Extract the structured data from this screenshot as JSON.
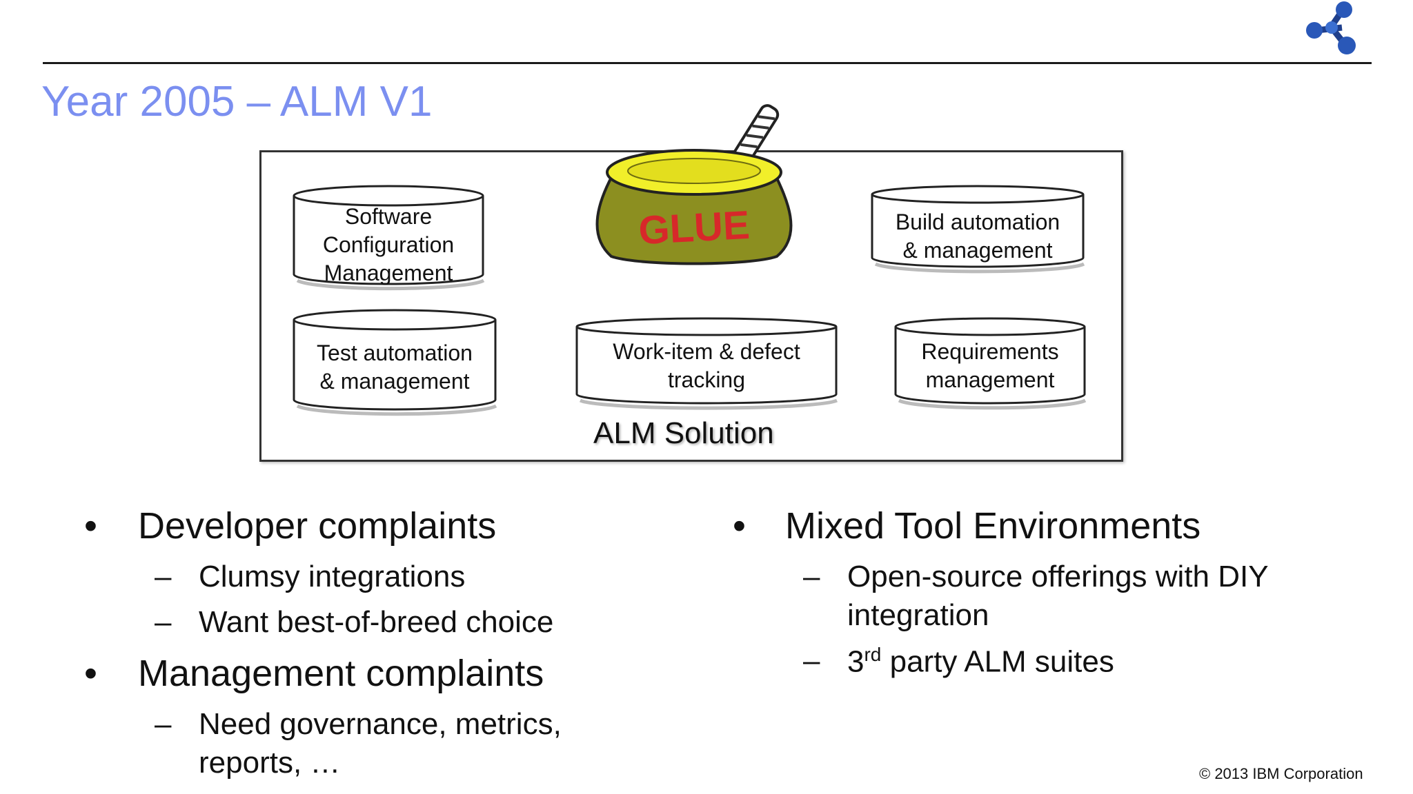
{
  "slide": {
    "title": "Year 2005 – ALM V1",
    "copyright": "© 2013 IBM Corporation"
  },
  "diagram": {
    "solution_label": "ALM Solution",
    "glue_label": "GLUE",
    "components": [
      {
        "line1": "Software",
        "line2": "Configuration",
        "line3": "Management"
      },
      {
        "line1": "Build automation",
        "line2": "& management"
      },
      {
        "line1": "Test automation",
        "line2": "& management"
      },
      {
        "line1": "Work-item & defect",
        "line2": "tracking"
      },
      {
        "line1": "Requirements",
        "line2": "management"
      }
    ]
  },
  "bullets": {
    "bullet_char": "•",
    "dash_char": "–",
    "left": [
      {
        "text": "Developer complaints",
        "subs": [
          "Clumsy integrations",
          "Want best-of-breed choice"
        ]
      },
      {
        "text": "Management complaints",
        "subs": [
          "Need governance, metrics,",
          "reports, …"
        ]
      }
    ],
    "right": [
      {
        "text": "Mixed Tool Environments",
        "subs": [
          "Open-source offerings with DIY",
          "integration"
        ],
        "sub2_prefix": "3",
        "sub2_sup": "rd",
        "sub2_rest": " party ALM suites"
      }
    ]
  }
}
